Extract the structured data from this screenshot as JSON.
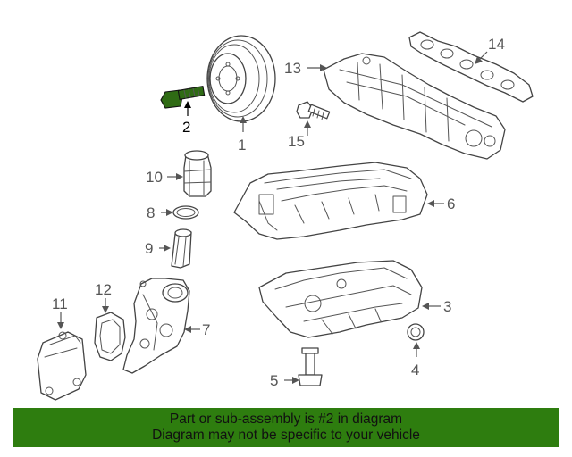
{
  "callouts": {
    "c1": "1",
    "c2": "2",
    "c3": "3",
    "c4": "4",
    "c5": "5",
    "c6": "6",
    "c7": "7",
    "c8": "8",
    "c9": "9",
    "c10": "10",
    "c11": "11",
    "c12": "12",
    "c13": "13",
    "c14": "14",
    "c15": "15"
  },
  "highlight_color": "#2e7d0f",
  "banner": {
    "line1": "Part or sub-assembly is #2 in diagram",
    "line2": "Diagram may not be specific to your vehicle"
  }
}
